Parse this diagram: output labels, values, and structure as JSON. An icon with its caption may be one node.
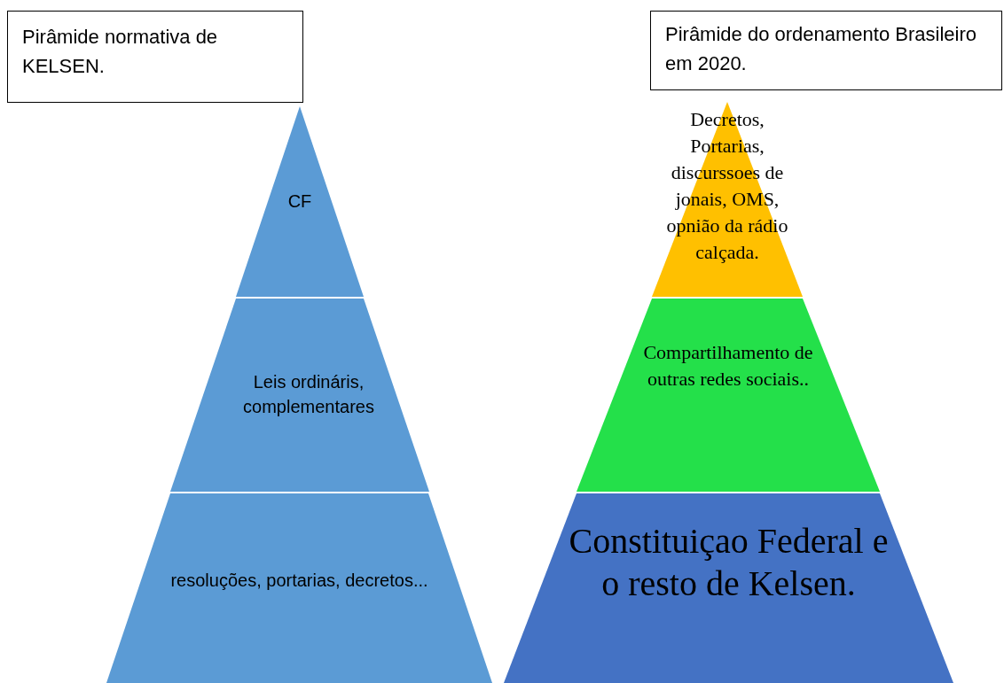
{
  "diagram": {
    "nodes": [
      {
        "text": [
          "Pirâmide normativa de KELSEN."
        ]
      },
      {
        "text": [
          "Pirâmide do ordenamento Brasileiro em 2020."
        ]
      },
      {
        "text": [
          "CF"
        ]
      },
      {
        "text": [
          "Leis ordináris, complementares"
        ]
      },
      {
        "text": [
          "resoluções, portarias, decretos..."
        ]
      },
      {
        "text": [
          "Decretos, Portarias, discurssoes de jonais, OMS, opnião da rádio calçada."
        ]
      },
      {
        "text": [
          "Compartilhamento de outras redes sociais.."
        ]
      },
      {
        "text": [
          "Constituiçao Federal e o resto de Kelsen."
        ]
      }
    ]
  }
}
